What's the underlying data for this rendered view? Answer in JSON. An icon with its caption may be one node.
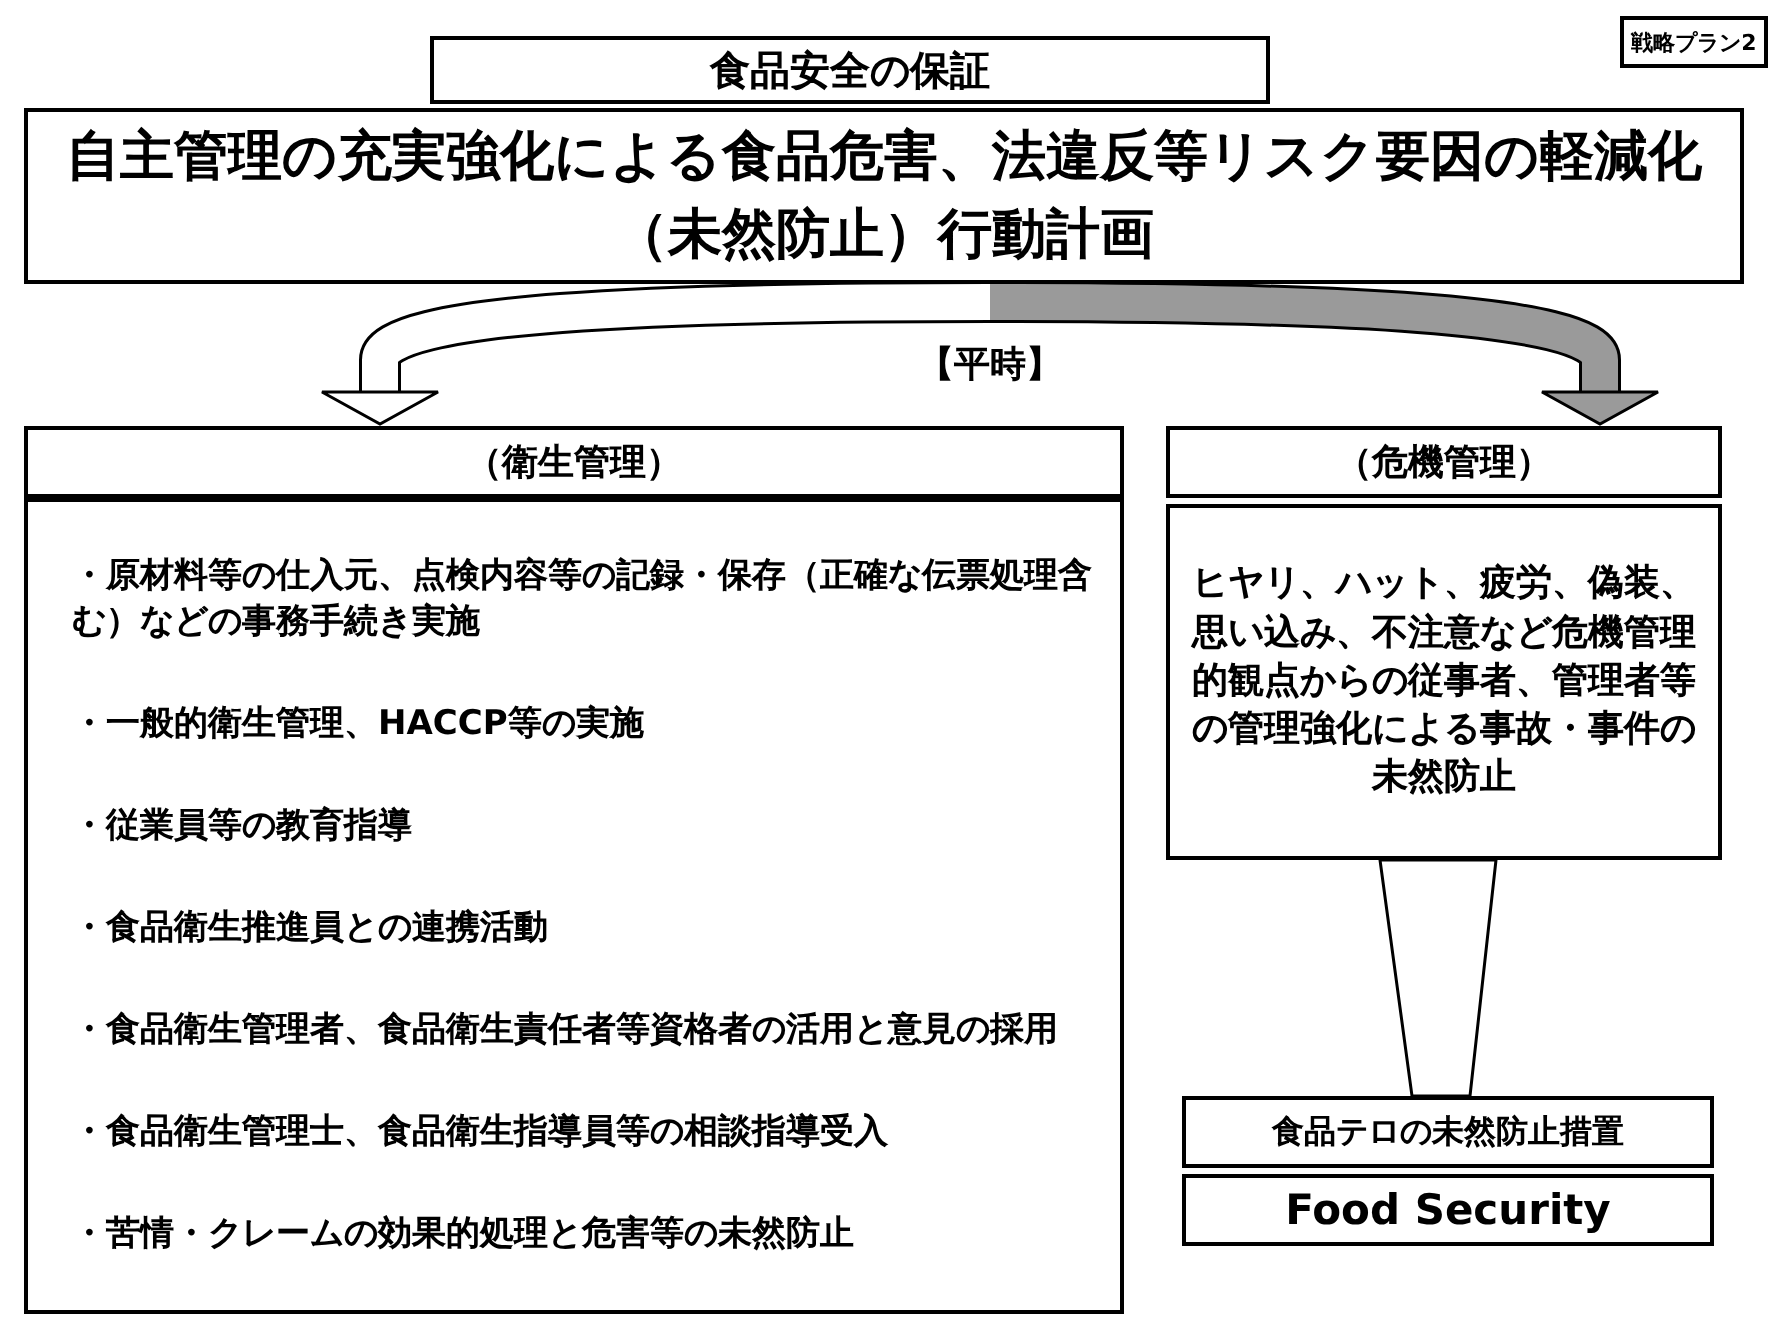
{
  "diagram": {
    "nodes": [
      {
        "text": [
          "戦略プラン2"
        ]
      },
      {
        "text": [
          "食品安全の保証"
        ]
      },
      {
        "text": [
          "自主管理の充実強化による食品危害、法違反等リスク要因の軽減化（未然防止）行動計画"
        ]
      },
      {
        "text": [
          "（衛生管理）"
        ]
      },
      {
        "text": [
          "・原材料等の仕入元、点検内容等の記録・保存（正確な伝票処理含む）などの事務手続き実施",
          "・一般的衛生管理、HACCP等の実施",
          "・従業員等の教育指導",
          "・食品衛生推進員との連携活動",
          "・食品衛生管理者、食品衛生責任者等資格者の活用と意見の採用",
          "・食品衛生管理士、食品衛生指導員等の相談指導受入",
          "・苦情・クレームの効果的処理と危害等の未然防止"
        ]
      },
      {
        "text": [
          "（危機管理）"
        ]
      },
      {
        "text": [
          "ヒヤリ、ハット、疲労、偽装、思い込み、不注意など危機管理的観点からの従事者、管理者等の管理強化による事故・事件の未然防止"
        ]
      },
      {
        "text": [
          "食品テロの未然防止措置"
        ]
      },
      {
        "text": [
          "Food Security"
        ]
      }
    ],
    "edges": [
      {
        "from": 2,
        "to": 3,
        "arrow": "to",
        "label": "【平時】"
      },
      {
        "from": 2,
        "to": 5,
        "arrow": "to",
        "color": "#9a9a9a"
      },
      {
        "from": 6,
        "to": 7,
        "arrow": "none"
      }
    ]
  }
}
